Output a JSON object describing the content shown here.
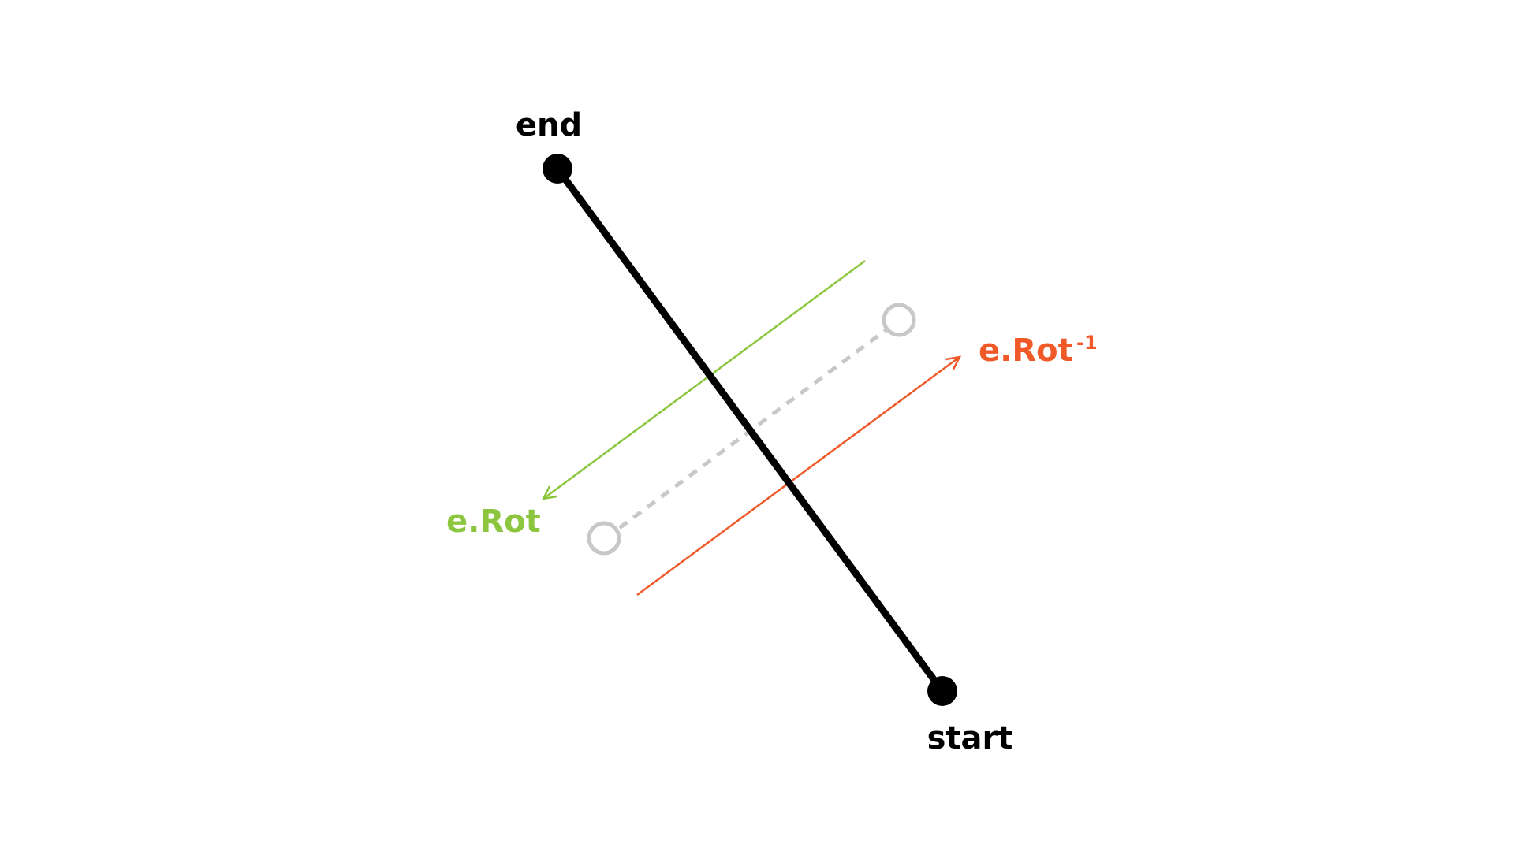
{
  "labels": {
    "end": "end",
    "start": "start",
    "e_rot": "e.Rot",
    "e_rot_inv": "e.Rot",
    "e_rot_inv_superscript": "-1"
  },
  "colors": {
    "edge": "#000000",
    "e_rot": "#8cc63f",
    "e_rot_inv": "#f05a28",
    "dual_edge": "#c8c8c8",
    "background": "#ffffff"
  },
  "styles": {
    "dual_edge": "dashed",
    "vertex_fill": "filled",
    "dual_vertex_fill": "hollow"
  }
}
